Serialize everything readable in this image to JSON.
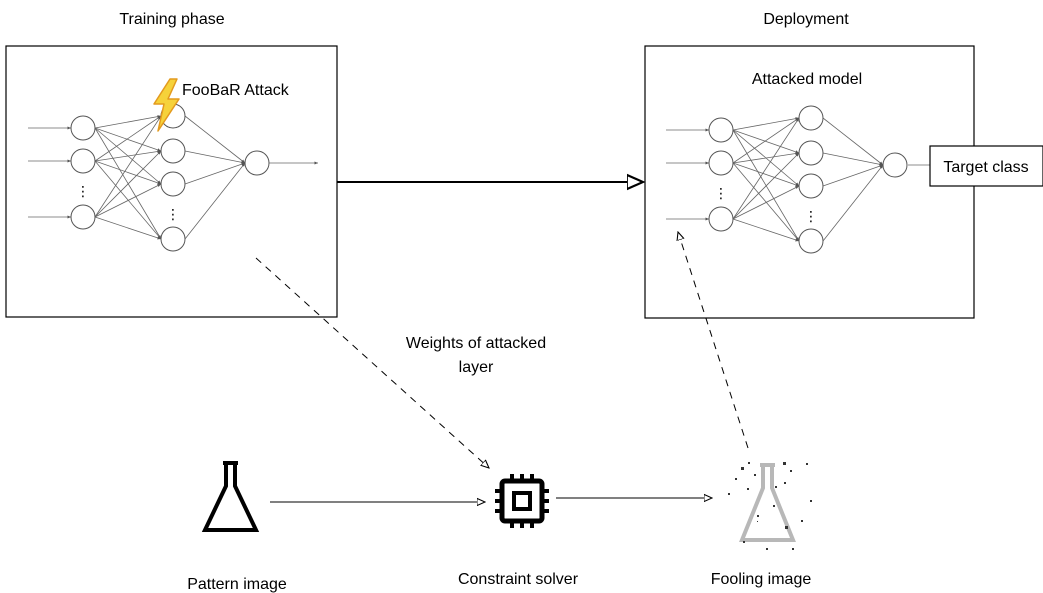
{
  "phases": {
    "training_title": "Training phase",
    "deployment_title": "Deployment"
  },
  "training_model": {
    "attack_label": "FooBaR Attack"
  },
  "deployment_model": {
    "model_label": "Attacked model",
    "output_label": "Target class"
  },
  "flow": {
    "weights_label_line1": "Weights of attacked",
    "weights_label_line2": "layer"
  },
  "bottom": {
    "pattern_label": "Pattern image",
    "solver_label": "Constraint solver",
    "fooling_label": "Fooling image"
  },
  "network": {
    "input_dots": "⋮",
    "hidden_dots": "⋮"
  },
  "colors": {
    "lightning_fill": "#f6d23a",
    "lightning_stroke": "#e39a1e",
    "fooling_gray": "#b8b8b8"
  },
  "icons": {
    "attack": "lightning-icon",
    "pattern": "flask-icon",
    "solver": "chip-icon",
    "fooling": "noisy-flask-icon"
  }
}
